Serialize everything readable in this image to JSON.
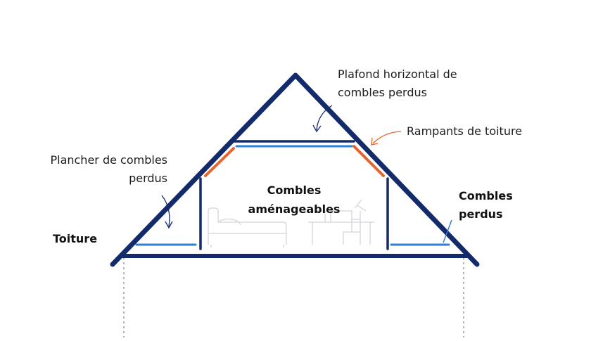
{
  "labels": {
    "plafond_line1": "Plafond horizontal de",
    "plafond_line2": "combles perdus",
    "rampants": "Rampants de toiture",
    "plancher_line1": "Plancher de combles",
    "plancher_line2": "perdus",
    "toiture": "Toiture",
    "combles_amenageables_line1": "Combles",
    "combles_amenageables_line2": "aménageables",
    "combles_perdus_line1": "Combles",
    "combles_perdus_line2": "perdus"
  },
  "colors": {
    "structure": "#132a6b",
    "insulation_blue": "#2f7fd6",
    "rampant_orange": "#e8642c",
    "furniture": "#d9dbe0",
    "wall_dashed": "#b5b5b5",
    "text": "#1c1c1c"
  }
}
